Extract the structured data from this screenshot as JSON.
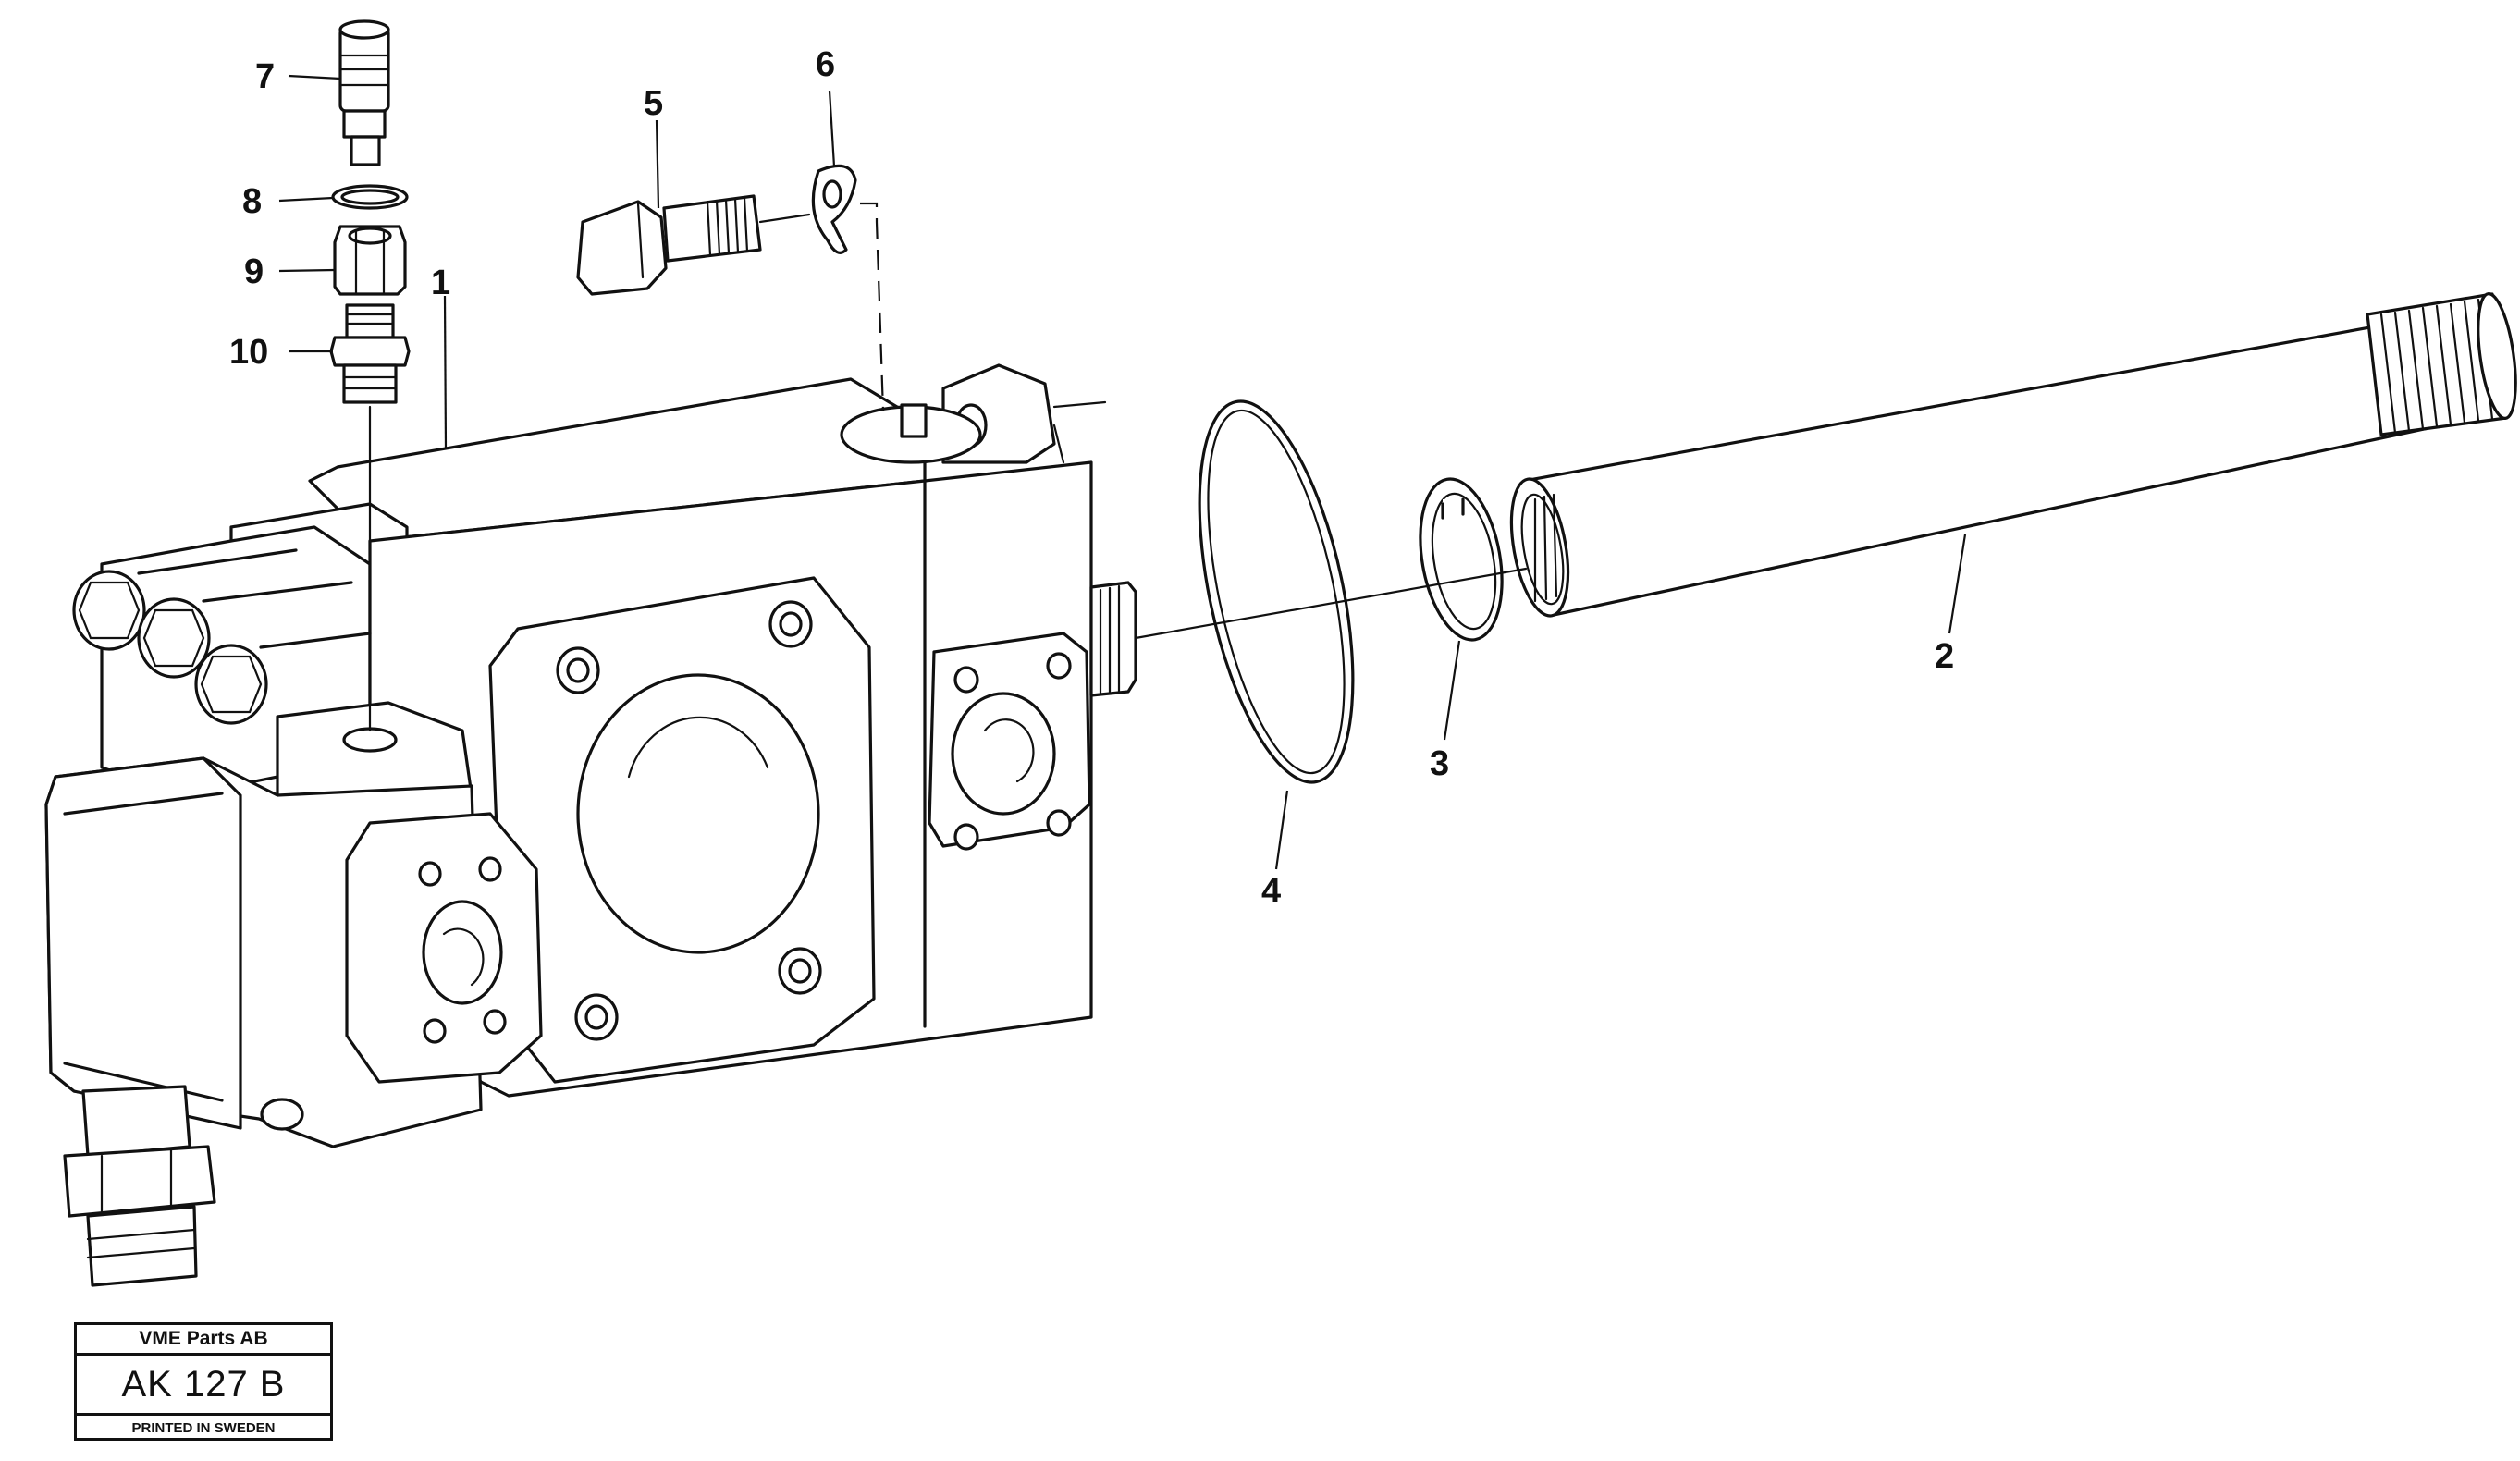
{
  "callouts": [
    {
      "id": "1",
      "label": "1"
    },
    {
      "id": "2",
      "label": "2"
    },
    {
      "id": "3",
      "label": "3"
    },
    {
      "id": "4",
      "label": "4"
    },
    {
      "id": "5",
      "label": "5"
    },
    {
      "id": "6",
      "label": "6"
    },
    {
      "id": "7",
      "label": "7"
    },
    {
      "id": "8",
      "label": "8"
    },
    {
      "id": "9",
      "label": "9"
    },
    {
      "id": "10",
      "label": "10"
    }
  ],
  "stamp": {
    "company": "VME Parts AB",
    "code": "AK 127 B",
    "printed": "PRINTED IN SWEDEN"
  }
}
